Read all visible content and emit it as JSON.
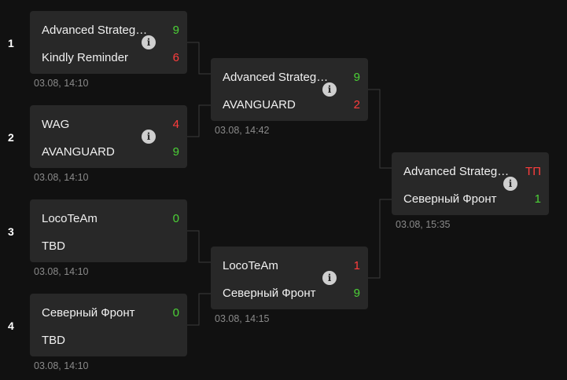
{
  "seeds": [
    "1",
    "2",
    "3",
    "4"
  ],
  "matches": {
    "m1": {
      "team1": "Advanced Strategies",
      "score1": "9",
      "team2": "Kindly Reminder",
      "score2": "6",
      "time": "03.08, 14:10"
    },
    "m2": {
      "team1": "WAG",
      "score1": "4",
      "team2": "AVANGUARD",
      "score2": "9",
      "time": "03.08, 14:10"
    },
    "m3": {
      "team1": "LocoTeAm",
      "score1": "0",
      "team2": "TBD",
      "score2": "",
      "time": "03.08, 14:10"
    },
    "m4": {
      "team1": "Северный Фронт",
      "score1": "0",
      "team2": "TBD",
      "score2": "",
      "time": "03.08, 14:10"
    },
    "s1": {
      "team1": "Advanced Strategies",
      "score1": "9",
      "team2": "AVANGUARD",
      "score2": "2",
      "time": "03.08, 14:42"
    },
    "s2": {
      "team1": "LocoTeAm",
      "score1": "1",
      "team2": "Северный Фронт",
      "score2": "9",
      "time": "03.08, 14:15"
    },
    "f": {
      "team1": "Advanced Strategies",
      "score1": "ТП",
      "team2": "Северный Фронт",
      "score2": "1",
      "time": "03.08, 15:35"
    }
  },
  "colors": {
    "win": "#4cd137",
    "lose": "#ff3d3d",
    "card": "#282828",
    "background": "#111111"
  },
  "icons": {
    "info": "info-icon"
  }
}
